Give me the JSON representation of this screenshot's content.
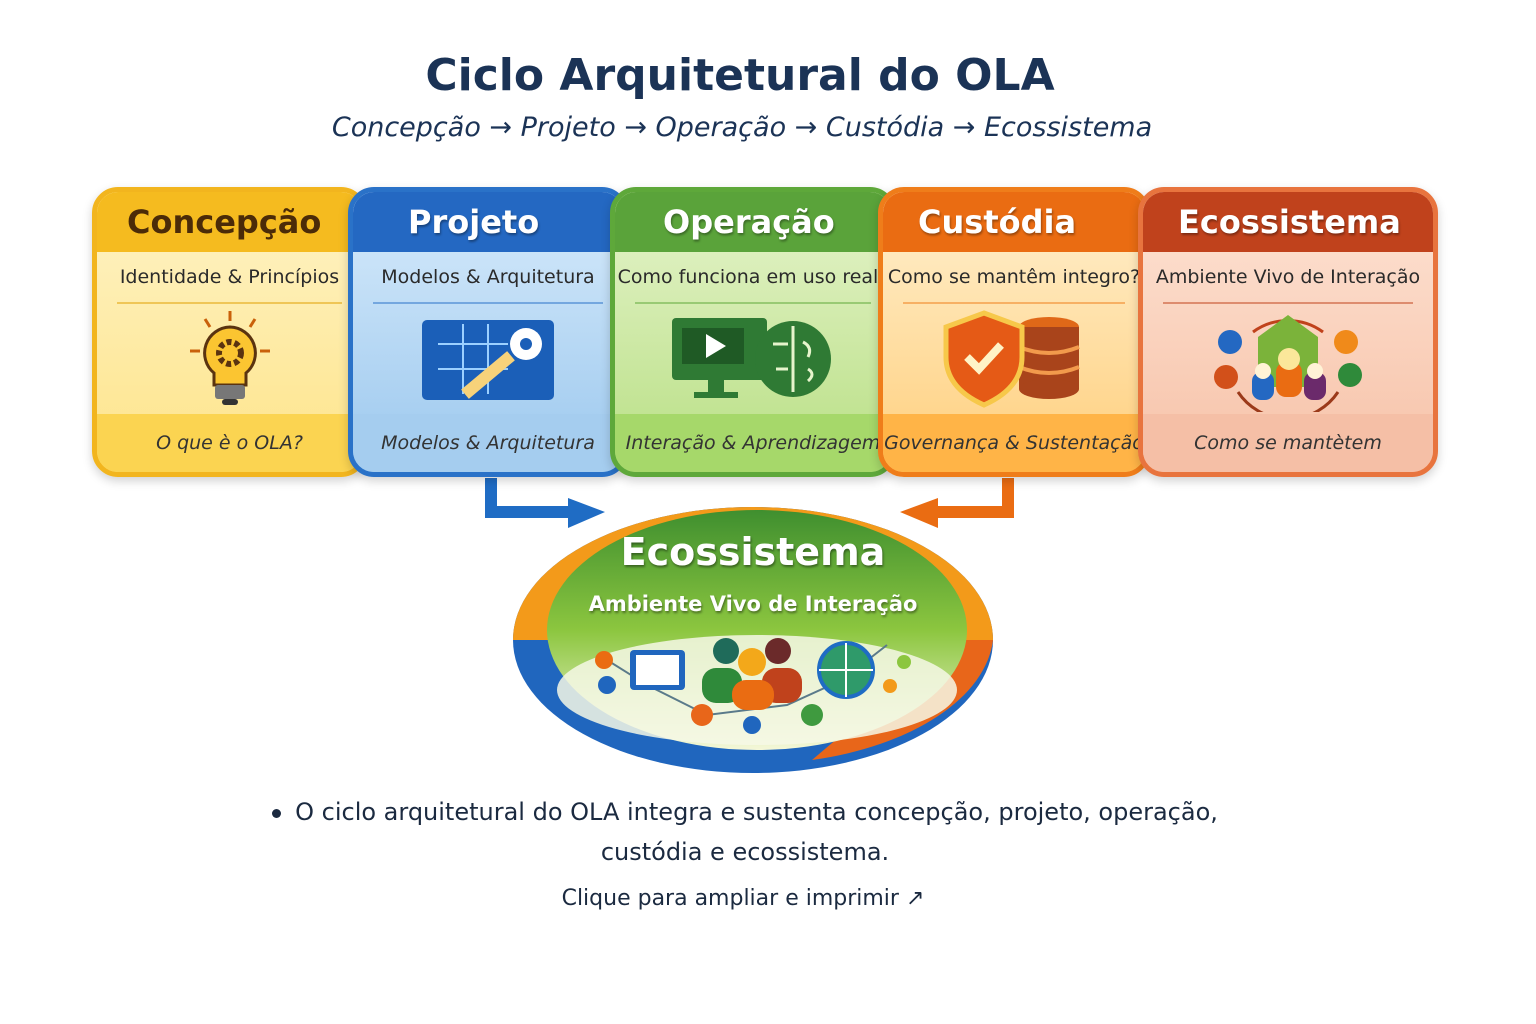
{
  "title": "Ciclo Arquitetural do OLA",
  "subtitle": "Concepção → Projeto → Operação → Custódia → Ecossistema",
  "stages": [
    {
      "name": "Concepção",
      "question": "Identidade & Princípios",
      "footer": "O que è o OLA?",
      "icon": "lightbulb-gear-icon",
      "color": "#f5bb1f"
    },
    {
      "name": "Projeto",
      "question": "Modelos & Arquitetura",
      "footer": "Modelos & Arquitetura",
      "icon": "blueprint-gear-icon",
      "color": "#2468c2"
    },
    {
      "name": "Operação",
      "question": "Como funciona em uso real?",
      "footer": "Interação & Aprendizagem",
      "icon": "monitor-brain-icon",
      "color": "#5aa33a"
    },
    {
      "name": "Custódia",
      "question": "Como se mantêm integro?",
      "footer": "Governança & Sustentação",
      "icon": "shield-database-icon",
      "color": "#ea6c12"
    },
    {
      "name": "Ecossistema",
      "question": "Ambiente Vivo de Interação",
      "footer": "Como se mantètem",
      "icon": "community-icon",
      "color": "#c0421c"
    }
  ],
  "ecosystem": {
    "title": "Ecossistema",
    "subtitle": "Ambiente Vivo de Interação"
  },
  "bullet": "O ciclo arquitetural do OLA integra e sustenta concepção, projeto, operação, custódia e ecossistema.",
  "link": "Clique para ampliar e imprimir ↗"
}
